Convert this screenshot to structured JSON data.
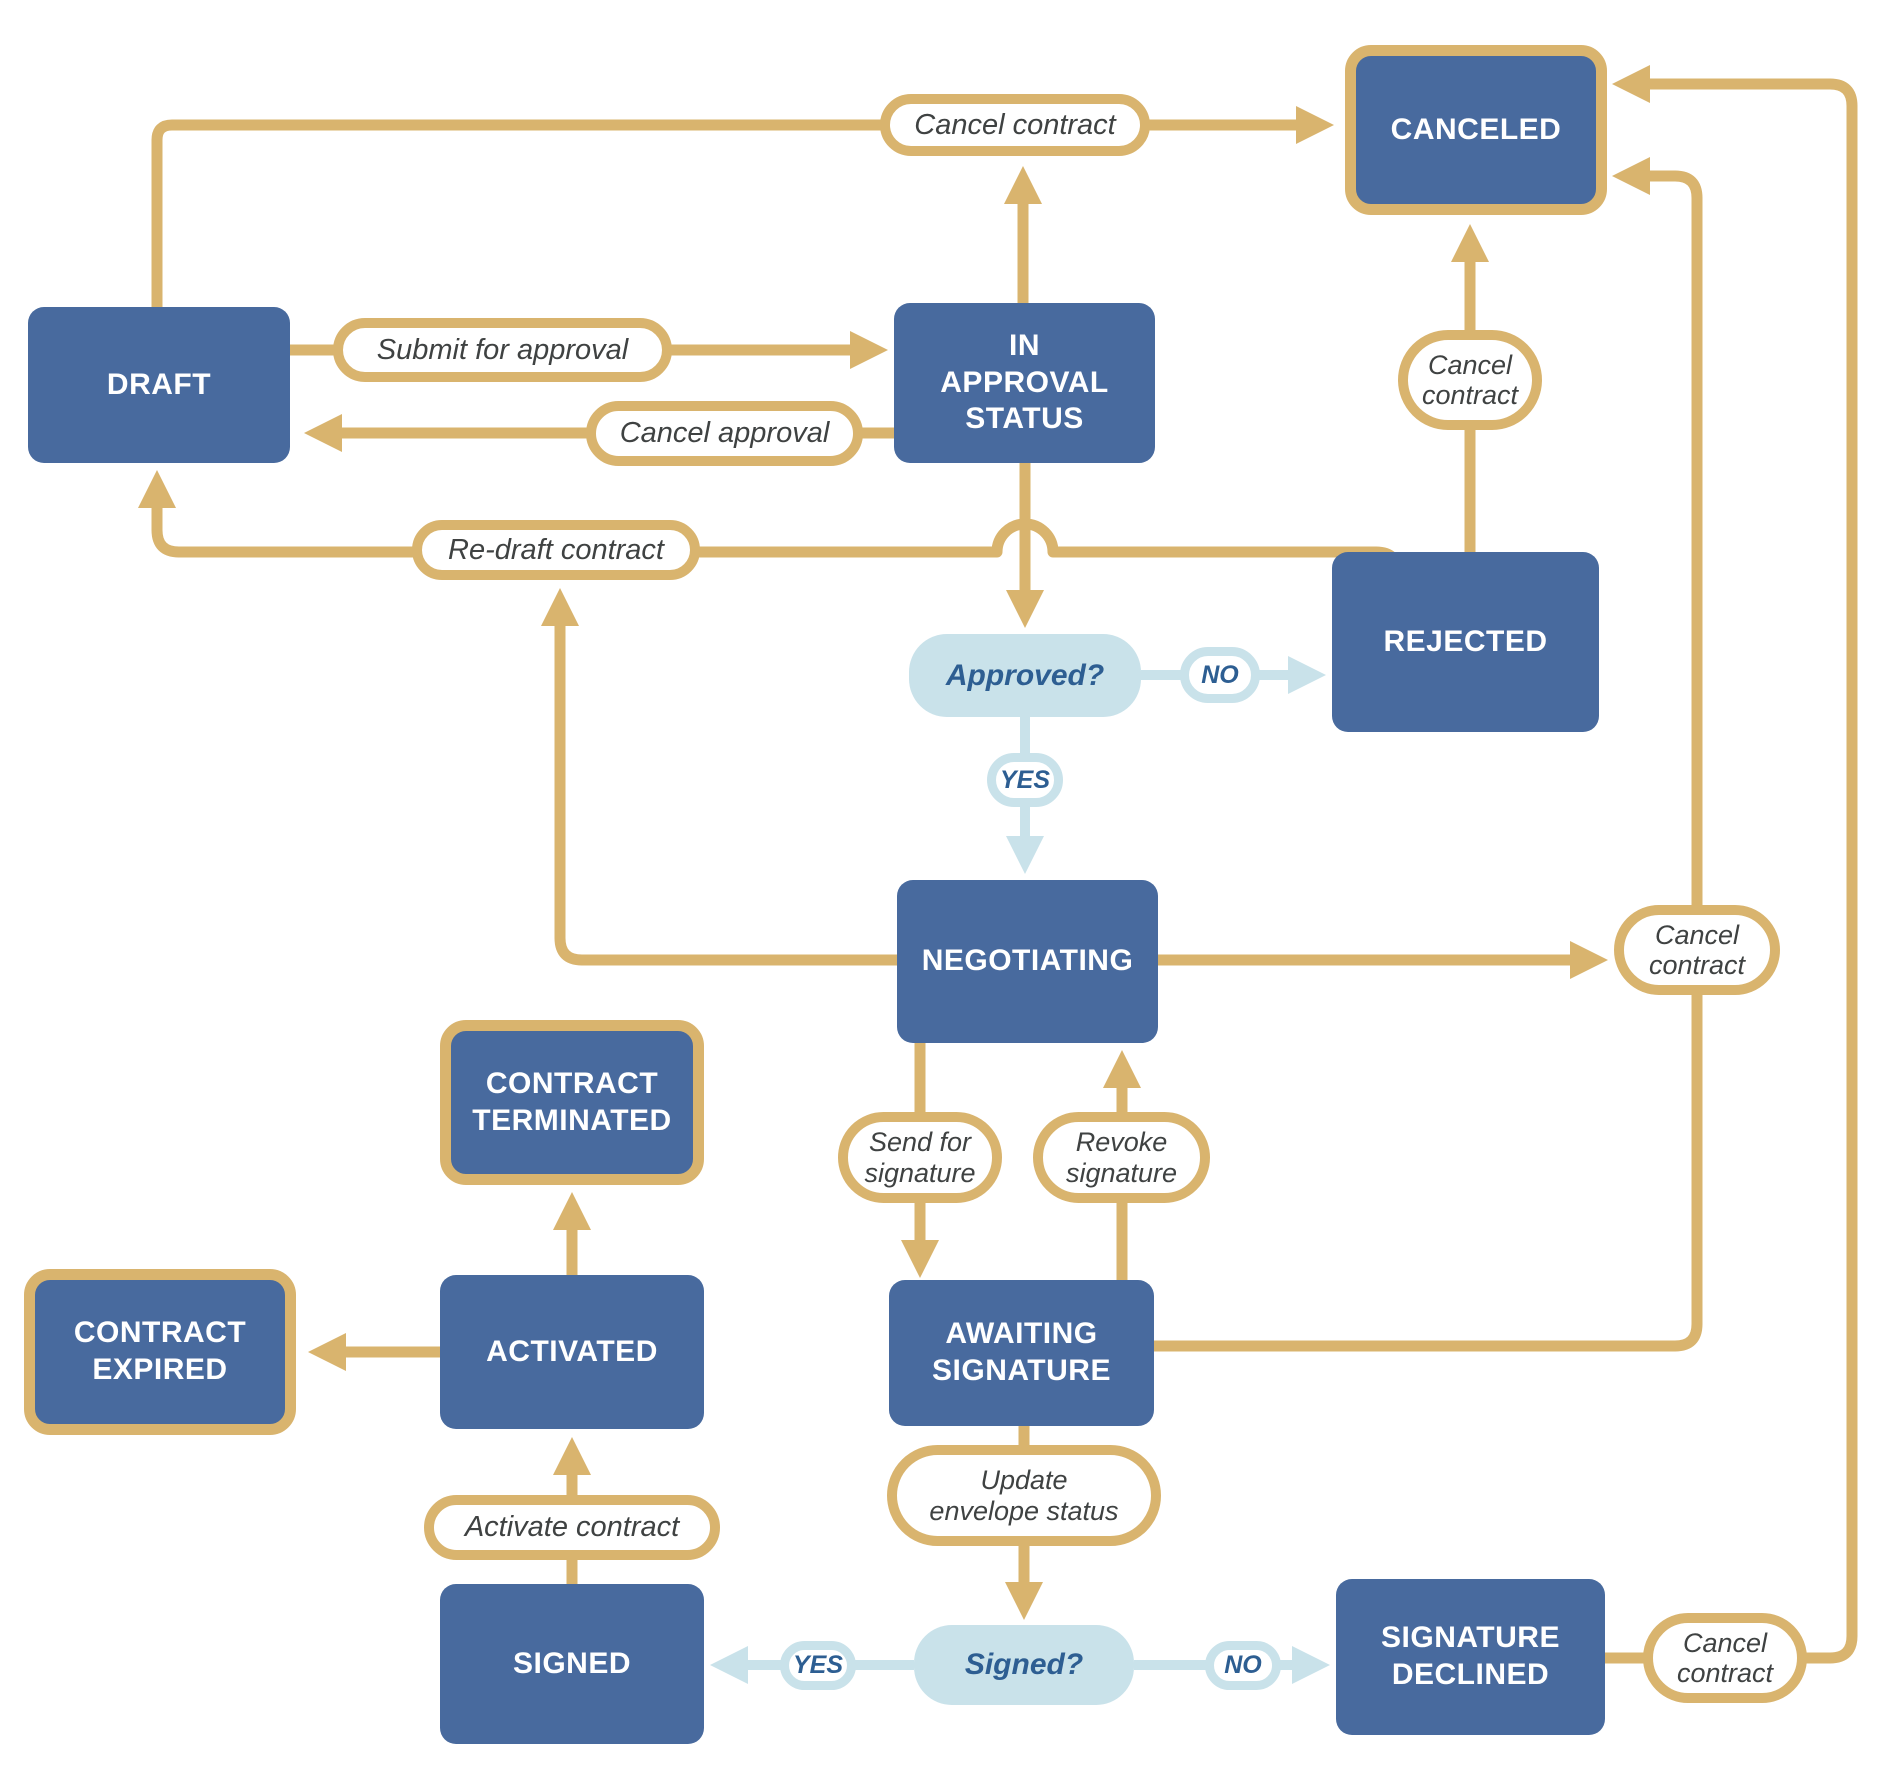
{
  "palette": {
    "state_fill": "#486a9e",
    "state_text": "#ffffff",
    "connector_gold": "#d9b46e",
    "label_text": "#3f4242",
    "decision_fill": "#c9e2ea",
    "decision_text": "#2d5e92",
    "background": "#ffffff"
  },
  "states": {
    "draft": "DRAFT",
    "in_approval": "IN\nAPPROVAL\nSTATUS",
    "canceled": "CANCELED",
    "rejected": "REJECTED",
    "negotiating": "NEGOTIATING",
    "contract_terminated": "CONTRACT\nTERMINATED",
    "activated": "ACTIVATED",
    "contract_expired": "CONTRACT\nEXPIRED",
    "awaiting_signature": "AWAITING\nSIGNATURE",
    "signed": "SIGNED",
    "signature_declined": "SIGNATURE\nDECLINED"
  },
  "labels": {
    "submit_for_approval": "Submit for approval",
    "cancel_approval": "Cancel approval",
    "cancel_contract_top": "Cancel contract",
    "redraft_contract": "Re-draft contract",
    "cancel_contract_rejected": "Cancel\ncontract",
    "send_for_signature": "Send for\nsignature",
    "revoke_signature": "Revoke\nsignature",
    "update_envelope_status": "Update\nenvelope status",
    "cancel_contract_negotiating": "Cancel\ncontract",
    "cancel_contract_declined": "Cancel\ncontract",
    "activate_contract": "Activate contract"
  },
  "decisions": {
    "approved": "Approved?",
    "signed": "Signed?"
  },
  "chips": {
    "approved_no": "NO",
    "approved_yes": "YES",
    "signed_yes": "YES",
    "signed_no": "NO"
  }
}
